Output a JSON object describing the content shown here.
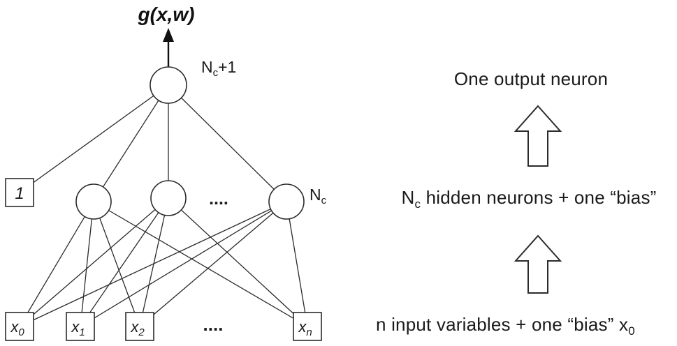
{
  "figure": {
    "output_function_label": "g(x,w)",
    "output_neuron": {
      "base": "N",
      "sub": "c",
      "suffix": "+1"
    },
    "hidden_layer_label": {
      "base": "N",
      "sub": "c"
    },
    "hidden_dots": "....",
    "input_dots": "....",
    "bias_node": "1",
    "input_nodes": [
      {
        "base": "x",
        "sub": "0"
      },
      {
        "base": "x",
        "sub": "1"
      },
      {
        "base": "x",
        "sub": "2"
      },
      {
        "base": "x",
        "sub": "n"
      }
    ]
  },
  "annotations": {
    "output_layer": "One output neuron",
    "hidden_layer": {
      "pre": "N",
      "sub": "c",
      "post": " hidden neurons + one “bias”"
    },
    "input_layer": {
      "pre": "n input variables + one “bias” x",
      "sub": "0"
    }
  }
}
